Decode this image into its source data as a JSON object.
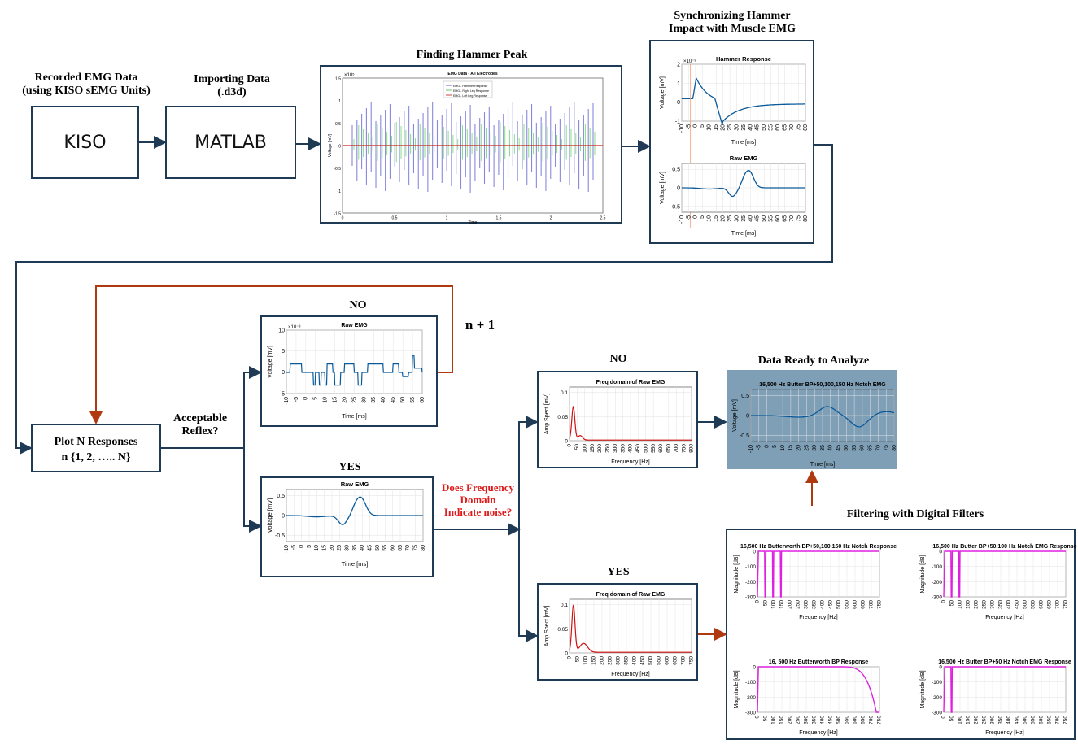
{
  "titles": {
    "recorded": [
      "Recorded EMG Data",
      "(using KISO sEMG Units)"
    ],
    "importing": [
      "Importing Data",
      "(.d3d)"
    ],
    "finding": "Finding Hammer Peak",
    "sync": [
      "Synchronizing Hammer",
      "Impact with Muscle EMG"
    ],
    "no_top": "NO",
    "n_plus_1": "n + 1",
    "acceptable": [
      "Acceptable",
      "Reflex?"
    ],
    "yes_mid": "YES",
    "does_freq": [
      "Does Frequency",
      "Domain",
      "Indicate noise?"
    ],
    "no_freq": "NO",
    "yes_freq": "YES",
    "data_ready": "Data Ready to Analyze",
    "filtering": "Filtering with Digital Filters"
  },
  "boxes": {
    "kiso": "KISO",
    "matlab": "MATLAB",
    "plot_n": [
      "Plot N Responses",
      "n {1, 2, ….. N}"
    ]
  },
  "colors": {
    "arrow_blue": "#1f3a55",
    "arrow_orange": "#b03a10",
    "arrow_green": "#2a9a22",
    "question_red": "#e01a1a",
    "plot_blue": "#0a5a9a",
    "plot_red": "#cc1111",
    "plot_magenta": "#e020e0",
    "ready_bg": "#7f9fb7"
  },
  "plots": {
    "emg_all": {
      "title": "EMG Data - All Electrodes",
      "legend": [
        "EMG - Hammer Response",
        "EMG - Right Leg Response",
        "EMG - Left Leg Response"
      ],
      "ylabel": "Voltage [mV]",
      "xlabel": "Time",
      "yticks": [
        "1.5",
        "1",
        "0.5",
        "0",
        "-0.5",
        "-1",
        "-1.5"
      ],
      "xticks": [
        "0",
        "0.5",
        "1",
        "1.5",
        "2",
        "2.5"
      ],
      "exponent": "×10⁵"
    },
    "hammer": {
      "title": "Hammer Response",
      "exponent": "×10⁻³",
      "ylabel": "Voltage [mV]",
      "xlabel": "Time [ms]",
      "yticks": [
        "2",
        "1",
        "0",
        "-1"
      ],
      "xticks": [
        "-10",
        "-5",
        "0",
        "5",
        "10",
        "15",
        "20",
        "25",
        "30",
        "35",
        "40",
        "45",
        "50",
        "55",
        "60",
        "65",
        "70",
        "75",
        "80"
      ]
    },
    "raw_sync": {
      "title": "Raw EMG",
      "ylabel": "Voltage [mV]",
      "xlabel": "Time [ms]",
      "yticks": [
        "0.5",
        "0",
        "-0.5"
      ],
      "xticks": [
        "-10",
        "-5",
        "0",
        "5",
        "10",
        "15",
        "20",
        "25",
        "30",
        "35",
        "40",
        "45",
        "50",
        "55",
        "60",
        "65",
        "70",
        "75",
        "80"
      ]
    },
    "raw_no": {
      "title": "Raw EMG",
      "exponent": "×10⁻³",
      "ylabel": "Voltage [mV]",
      "xlabel": "Time [ms]",
      "yticks": [
        "10",
        "5",
        "0",
        "-5"
      ],
      "xticks": [
        "-10",
        "-5",
        "0",
        "5",
        "10",
        "15",
        "20",
        "25",
        "30",
        "35",
        "40",
        "45",
        "50",
        "55",
        "60"
      ]
    },
    "raw_yes": {
      "title": "Raw EMG",
      "ylabel": "Voltage [mV]",
      "xlabel": "Time [ms]",
      "yticks": [
        "0.5",
        "0",
        "-0.5"
      ],
      "xticks": [
        "-10",
        "-5",
        "0",
        "5",
        "10",
        "15",
        "20",
        "25",
        "30",
        "35",
        "40",
        "45",
        "50",
        "55",
        "60",
        "65",
        "70",
        "75",
        "80"
      ]
    },
    "freq_no": {
      "title": "Freq domain of Raw EMG",
      "ylabel": "Amp Spect [mV]",
      "xlabel": "Frequency [Hz]",
      "yticks": [
        "0.1",
        "0.05",
        "0"
      ],
      "xticks": [
        "0",
        "50",
        "100",
        "150",
        "200",
        "250",
        "300",
        "350",
        "400",
        "450",
        "500",
        "550",
        "600",
        "650",
        "700",
        "750",
        "800"
      ]
    },
    "freq_yes": {
      "title": "Freq domain of Raw EMG",
      "ylabel": "Amp Spect [mV]",
      "xlabel": "Frequency [Hz]",
      "yticks": [
        "0.1",
        "0.05",
        "0"
      ],
      "xticks": [
        "0",
        "50",
        "100",
        "150",
        "200",
        "250",
        "300",
        "350",
        "400",
        "450",
        "500",
        "550",
        "600",
        "650",
        "700",
        "750"
      ]
    },
    "ready": {
      "title": "16,500 Hz Butter BP+50,100,150 Hz Notch EMG",
      "ylabel": "Voltage [mV]",
      "xlabel": "Time [ms]",
      "yticks": [
        "0.5",
        "0",
        "-0.5"
      ],
      "xticks": [
        "-10",
        "-5",
        "0",
        "5",
        "10",
        "15",
        "20",
        "25",
        "30",
        "35",
        "40",
        "45",
        "50",
        "55",
        "60",
        "65",
        "70",
        "75",
        "80"
      ]
    },
    "f1": {
      "title": "16, 500 Hz Butterworth BP Response",
      "ylabel": "Magnitude [dB]",
      "xlabel": "Frequency [Hz]",
      "yticks": [
        "0",
        "-100",
        "-200",
        "-300"
      ],
      "xticks": [
        "0",
        "50",
        "100",
        "150",
        "200",
        "250",
        "300",
        "350",
        "400",
        "450",
        "500",
        "550",
        "600",
        "650",
        "700",
        "750"
      ]
    },
    "f2": {
      "title": "16,500 Hz Butter BP+50 Hz Notch EMG Response",
      "ylabel": "Magnitude [dB]",
      "xlabel": "Frequency [Hz]",
      "yticks": [
        "0",
        "-100",
        "-200",
        "-300"
      ],
      "xticks": [
        "0",
        "50",
        "100",
        "150",
        "200",
        "250",
        "300",
        "350",
        "400",
        "450",
        "500",
        "550",
        "600",
        "650",
        "700",
        "750"
      ]
    },
    "f3": {
      "title": "16,500 Hz Butter BP+50,100 Hz Notch EMG Response",
      "ylabel": "Magnitude [dB]",
      "xlabel": "Frequency [Hz]",
      "yticks": [
        "0",
        "-100",
        "-200",
        "-300"
      ],
      "xticks": [
        "0",
        "50",
        "100",
        "150",
        "200",
        "250",
        "300",
        "350",
        "400",
        "450",
        "500",
        "550",
        "600",
        "650",
        "700",
        "750"
      ]
    },
    "f4": {
      "title": "16,500 Hz Butterworth BP+50,100,150 Hz Notch Response",
      "ylabel": "Magnitude [dB]",
      "xlabel": "Frequency [Hz]",
      "yticks": [
        "0",
        "-100",
        "-200",
        "-300"
      ],
      "xticks": [
        "0",
        "50",
        "100",
        "150",
        "200",
        "250",
        "300",
        "350",
        "400",
        "450",
        "500",
        "550",
        "600",
        "650",
        "700",
        "750"
      ]
    }
  }
}
